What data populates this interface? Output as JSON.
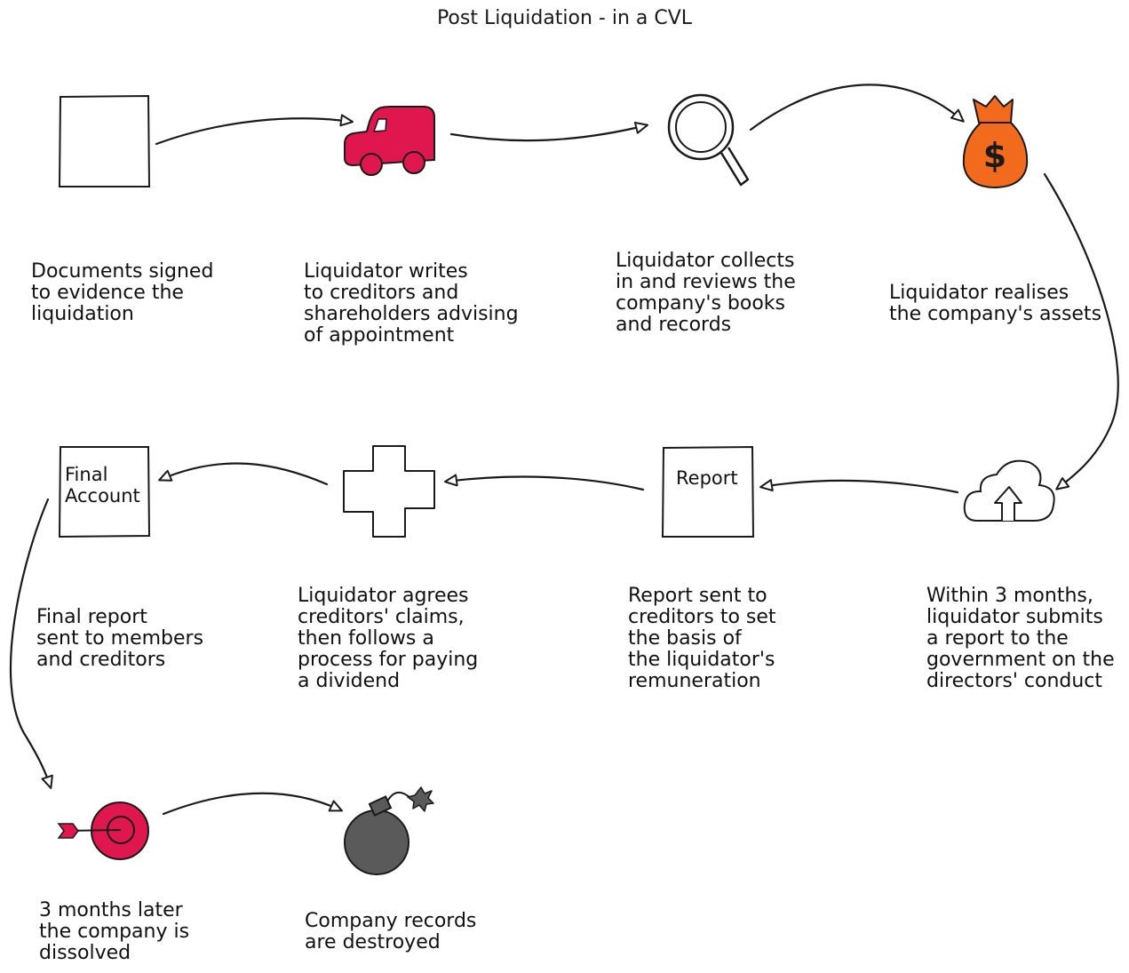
{
  "title": "Post Liquidation - in a CVL",
  "colors": {
    "ink": "#1a1a1a",
    "truck": "#e0174f",
    "money_bag": "#f26a1b",
    "target": "#e0174f",
    "bomb": "#5a5a5a"
  },
  "steps": [
    {
      "icon": "document-icon",
      "label": "Documents signed\nto evidence the\nliquidation"
    },
    {
      "icon": "truck-icon",
      "label": "Liquidator writes\nto creditors and\nshareholders advising\nof appointment"
    },
    {
      "icon": "magnifier-icon",
      "label": "Liquidator collects\nin and reviews the\ncompany's books\nand records"
    },
    {
      "icon": "money-bag-icon",
      "label": "Liquidator realises\nthe company's assets"
    },
    {
      "icon": "cloud-upload-icon",
      "label": "Within 3 months,\nliquidator submits\na report to the\ngovernment on the\ndirectors' conduct"
    },
    {
      "icon": "report-document-icon",
      "box_text": "Report",
      "label": "Report sent to\ncreditors to set\nthe basis of\nthe liquidator's\nremuneration"
    },
    {
      "icon": "cross-icon",
      "label": "Liquidator agrees\ncreditors' claims,\nthen follows a\nprocess for paying\na dividend"
    },
    {
      "icon": "final-account-document-icon",
      "box_text": "Final\nAccount",
      "label": "Final report\nsent to members\nand creditors"
    },
    {
      "icon": "target-icon",
      "label": "3 months later\nthe company is\ndissolved"
    },
    {
      "icon": "bomb-icon",
      "label": "Company records\nare destroyed"
    }
  ]
}
